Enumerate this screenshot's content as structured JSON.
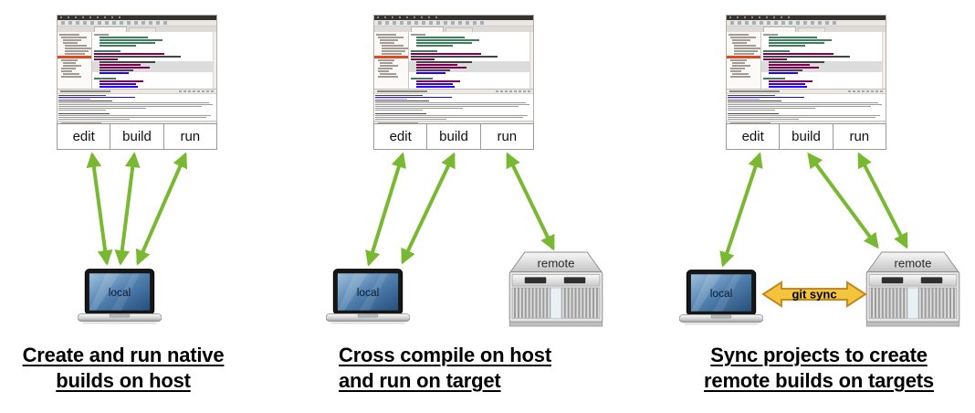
{
  "colors": {
    "arrow_green": "#79b831",
    "git_arrow_fill": "#f2c53d",
    "git_arrow_border": "#c6871f",
    "step_box_border": "#9a9a9a",
    "caption": "#000000"
  },
  "workflow_steps": [
    "edit",
    "build",
    "run"
  ],
  "panels": [
    {
      "caption_lines": [
        "Create and run native",
        "builds on host"
      ],
      "caption_align": "center",
      "devices": [
        {
          "type": "laptop",
          "label": "local"
        }
      ]
    },
    {
      "caption_lines": [
        "Cross compile on host",
        "and run on target"
      ],
      "caption_align": "left",
      "devices": [
        {
          "type": "laptop",
          "label": "local"
        },
        {
          "type": "server",
          "label": "remote"
        }
      ]
    },
    {
      "caption_lines": [
        "Sync projects to create",
        "remote builds on targets"
      ],
      "caption_align": "center",
      "devices": [
        {
          "type": "laptop",
          "label": "local"
        },
        {
          "type": "server",
          "label": "remote"
        }
      ],
      "git_sync_label": "git sync"
    }
  ],
  "ide": {
    "palette": {
      "g": "#3f7f5f",
      "p": "#7f0055",
      "b": "#2a00ff",
      "d": "#444444",
      "y": "#9a9a9a",
      "o": "#dd4a20"
    },
    "editor_lines": [
      [
        "y",
        12,
        2
      ],
      [
        "g",
        40,
        8
      ],
      [
        "g",
        52,
        8
      ],
      [
        "g",
        46,
        8
      ],
      [
        "g",
        30,
        8
      ],
      [
        "_",
        0,
        0
      ],
      [
        "g",
        22,
        2
      ],
      [
        "p",
        58,
        2
      ],
      [
        "d",
        72,
        2
      ],
      [
        "p",
        20,
        2
      ],
      [
        "d",
        46,
        8
      ],
      [
        "p",
        34,
        8
      ],
      [
        "p",
        42,
        8
      ],
      [
        "d",
        28,
        8
      ],
      [
        "b",
        24,
        8
      ],
      [
        "_",
        0,
        0
      ],
      [
        "g",
        18,
        2
      ],
      [
        "p",
        36,
        8
      ],
      [
        "b",
        30,
        8
      ],
      [
        "b",
        32,
        8
      ]
    ],
    "sidebar_active_index": 8,
    "sidebar_rows": [
      [
        22,
        2
      ],
      [
        28,
        4
      ],
      [
        20,
        6
      ],
      [
        16,
        6
      ],
      [
        24,
        8
      ],
      [
        30,
        8
      ],
      [
        26,
        8
      ],
      [
        22,
        8
      ],
      [
        34,
        0
      ],
      [
        18,
        4
      ],
      [
        14,
        6
      ],
      [
        20,
        6
      ],
      [
        16,
        4
      ],
      [
        12,
        4
      ],
      [
        18,
        6
      ],
      [
        22,
        4
      ]
    ],
    "console_lines": [
      [
        "d",
        30,
        1
      ],
      [
        "b",
        48,
        1
      ],
      [
        "y",
        20,
        1
      ],
      [
        "d",
        34,
        1
      ],
      [
        "y",
        95,
        1
      ],
      [
        "y",
        97,
        1
      ],
      [
        "y",
        90,
        1
      ],
      [
        "y",
        55,
        1
      ],
      [
        "y",
        30,
        1
      ],
      [
        "_",
        0,
        0
      ],
      [
        "d",
        32,
        1
      ],
      [
        "y",
        96,
        1
      ],
      [
        "y",
        93,
        1
      ],
      [
        "y",
        45,
        1
      ]
    ]
  }
}
